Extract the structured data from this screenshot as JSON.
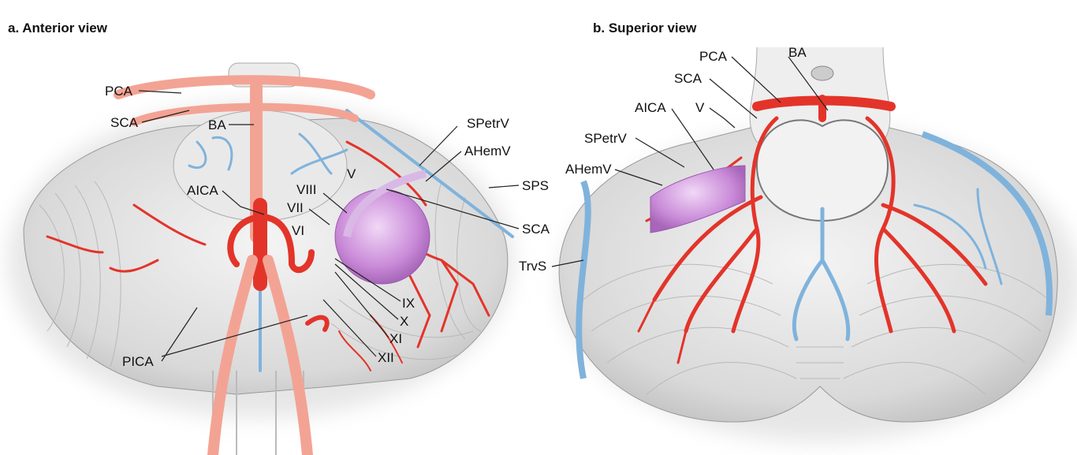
{
  "panels": [
    {
      "title": "a. Anterior view",
      "labels": {
        "pca": "PCA",
        "sca": "SCA",
        "ba": "BA",
        "aica": "AICA",
        "viii": "VIII",
        "vii": "VII",
        "vi": "VI",
        "v": "V",
        "spetrv": "SPetrV",
        "ahemv": "AHemV",
        "sps": "SPS",
        "sca2": "SCA",
        "ix": "IX",
        "x": "X",
        "xi": "XI",
        "xii": "XII",
        "pica": "PICA",
        "trvs": "TrvS"
      }
    },
    {
      "title": "b. Superior view",
      "labels": {
        "pca": "PCA",
        "ba": "BA",
        "sca": "SCA",
        "aica": "AICA",
        "v": "V",
        "spetrv": "SPetrV",
        "ahemv": "AHemV"
      }
    }
  ],
  "colors": {
    "artery": "#e3342a",
    "vein": "#7fb3dc",
    "tumor": "#c98ad8",
    "tissue": "#e6e6e6"
  }
}
